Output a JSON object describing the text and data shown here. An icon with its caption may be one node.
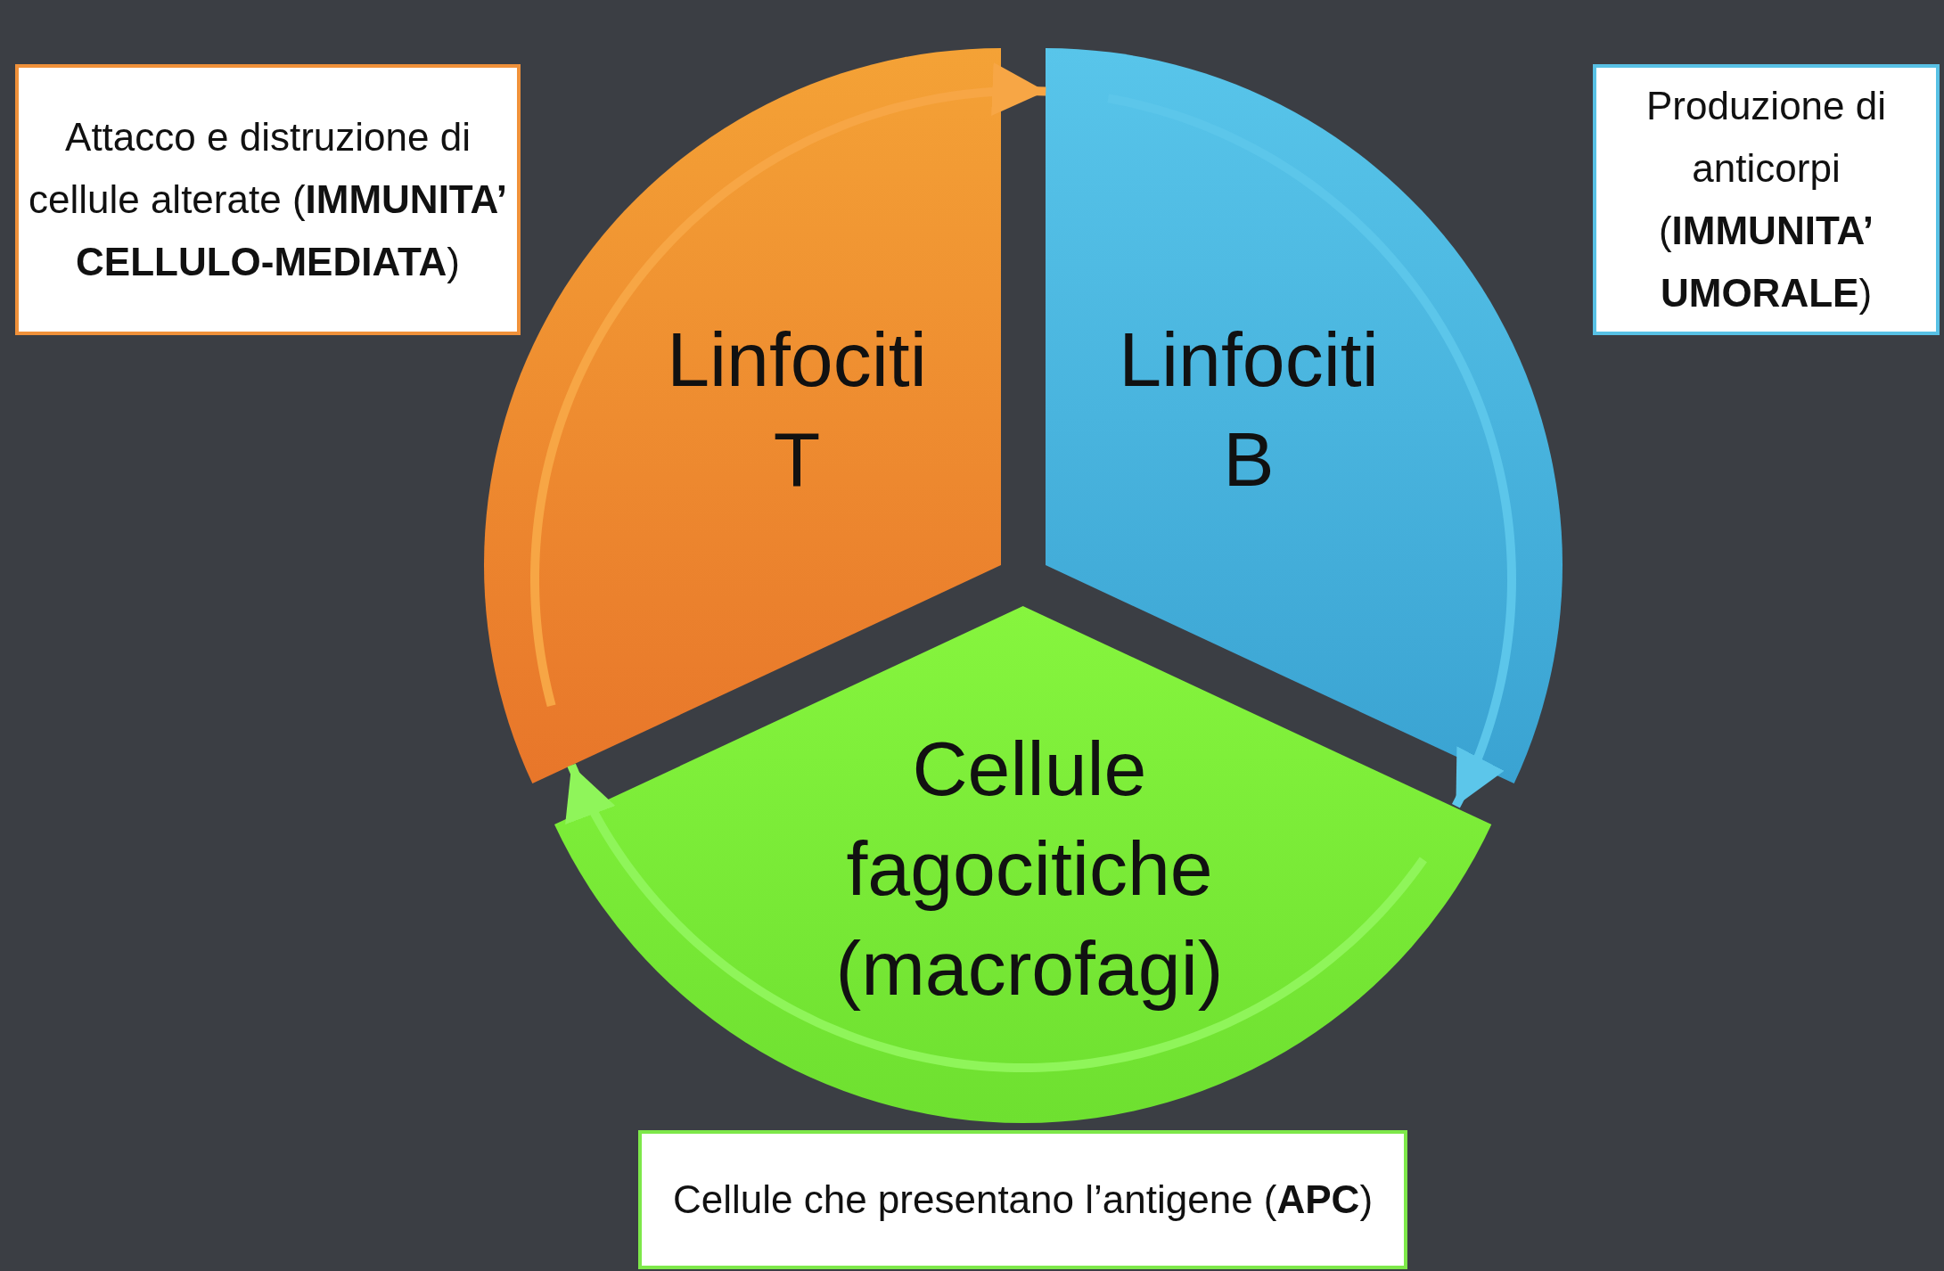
{
  "diagram": {
    "nodes": [
      {
        "text": [
          "Attacco e distruzione di cellule alterate (**IMMUNITA’ CELLULO-MEDIATA**)"
        ]
      },
      {
        "text": [
          "Linfociti T"
        ]
      },
      {
        "text": [
          "Linfociti B"
        ]
      },
      {
        "text": [
          "Produzione di anticorpi (**IMMUNITA’ UMORALE**)"
        ]
      },
      {
        "text": [
          "Cellule fagocitiche (macrofagi)"
        ]
      },
      {
        "text": [
          "Cellule che presentano l’antigene (**APC**)"
        ]
      }
    ],
    "edges": [
      {
        "from": 1,
        "to": 2,
        "arrow": "to",
        "color": "#f7a645"
      },
      {
        "from": 2,
        "to": 4,
        "arrow": "to",
        "color": "#5cc6ea"
      },
      {
        "from": 4,
        "to": 1,
        "arrow": "to",
        "color": "#8ff55a"
      }
    ]
  }
}
